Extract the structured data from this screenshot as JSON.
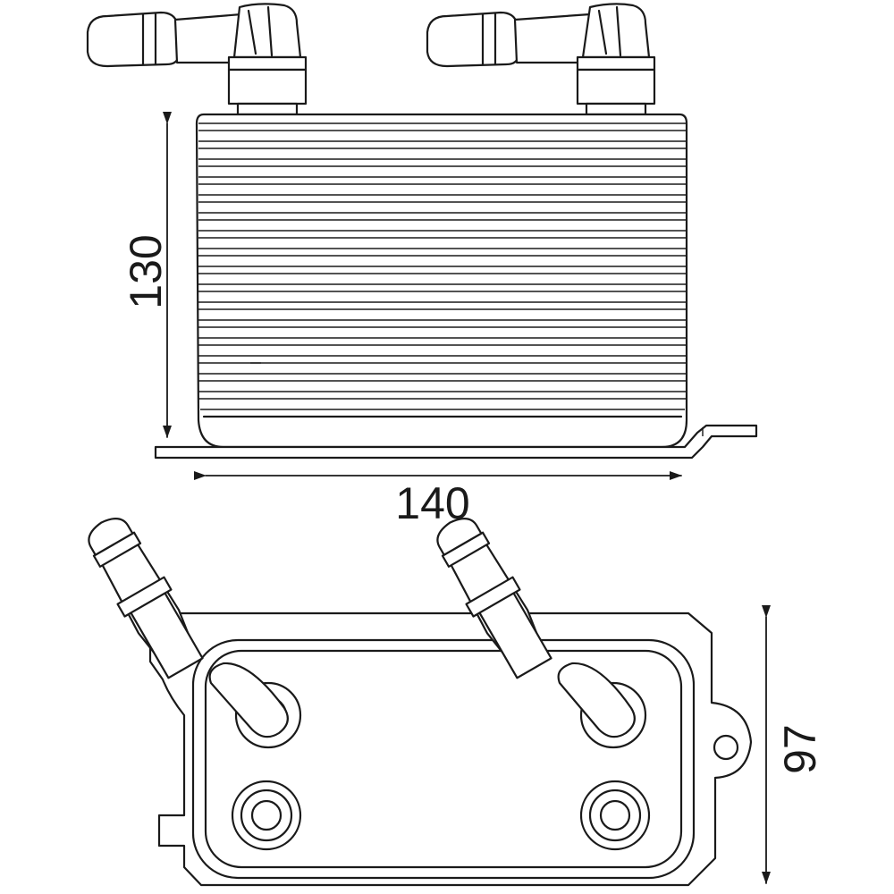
{
  "dimensions": {
    "height": "130",
    "width": "140",
    "depth": "97"
  }
}
